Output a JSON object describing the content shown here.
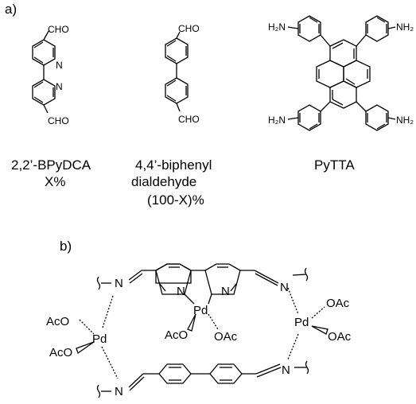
{
  "panel_a": {
    "label": "a)",
    "bpydca": {
      "top": "CHO",
      "bottom": "CHO",
      "n1": "N",
      "n2": "N",
      "name": "2,2’-BPyDCA",
      "fraction": "X%"
    },
    "biphenyl": {
      "top": "CHO",
      "bottom": "CHO",
      "name_line1": "4,4’-biphenyl",
      "name_line2": "dialdehyde",
      "fraction": "(100-X)%"
    },
    "pytta": {
      "nh2_tl": "H₂N",
      "nh2_tr": "NH₂",
      "nh2_bl": "H₂N",
      "nh2_br": "NH₂",
      "name": "PyTTA"
    }
  },
  "panel_b": {
    "label": "b)",
    "atoms": {
      "n_imine_tl": "N",
      "n_imine_tr": "N",
      "n_imine_bl": "N",
      "n_imine_br": "N",
      "n_py_left": "N",
      "n_py_right": "N",
      "pd_center": "Pd",
      "pd_left": "Pd",
      "pd_right": "Pd",
      "oac_center_l": "AcO",
      "oac_center_r": "OAc",
      "oac_left_top": "AcO",
      "oac_left_bot": "AcO",
      "oac_right_top": "OAc",
      "oac_right_bot": "OAc"
    }
  }
}
